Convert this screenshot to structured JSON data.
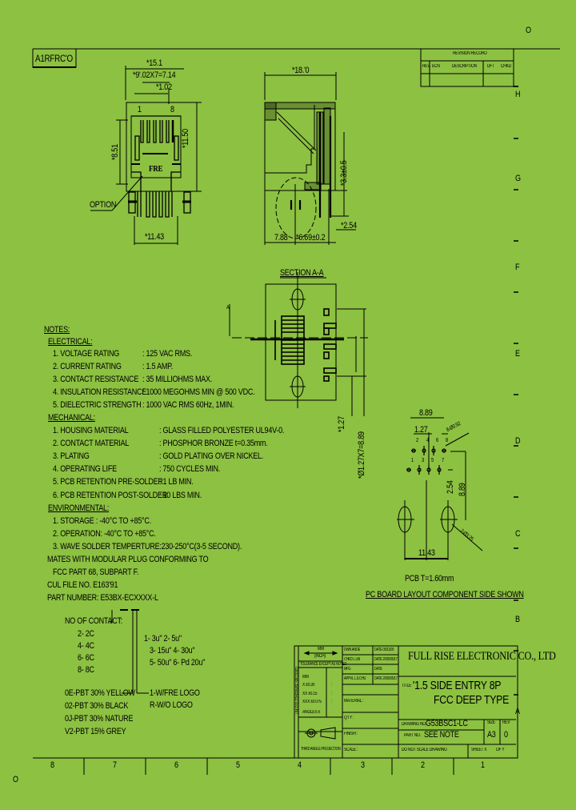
{
  "sheet": {
    "background": "#8cc142",
    "corner_marks": [
      "O",
      "O"
    ],
    "drawing_code": "A1RFRC'O",
    "row_labels": [
      "H",
      "G",
      "F",
      "E",
      "D",
      "C",
      "B",
      "A"
    ],
    "column_labels": [
      "8",
      "7",
      "6",
      "5",
      "4",
      "3",
      "2",
      "1"
    ]
  },
  "revision_table": {
    "title": "REVISION RECORD",
    "columns": [
      "REV",
      "ECN",
      "DESCRIPTION",
      "DFT",
      "CHKD"
    ]
  },
  "front_view": {
    "dims": {
      "width": "*15.1",
      "pitch": "*9'.02X7=7.14",
      "offset": "*1.02",
      "height": "*11.50",
      "opening": "*8.51",
      "pin_span": "*11.43"
    },
    "pin_labels": [
      "1",
      "8"
    ],
    "logo": "FRE",
    "option_label": "OPTION"
  },
  "side_view": {
    "dims": {
      "depth": "*18.'0",
      "tail": "*3.3±0.5",
      "pitch": "*2.54",
      "front": "7.88",
      "post": "*6.69±0.2"
    }
  },
  "section_view": {
    "title": "SECTION A-A",
    "marker": "A",
    "dims": {
      "row": "*1.27",
      "pitch": "*Ø1.27X7=8.89"
    }
  },
  "pcb_layout": {
    "dims": {
      "span": "8.89",
      "pitch": "1.27",
      "hole": "8-Ø0.92",
      "row_gap": "2.54",
      "height": "8.89",
      "post_hole": "2-Ø3.25",
      "post_span": "11.43"
    },
    "pin_numbers_top": [
      "2",
      "4",
      "6",
      "8"
    ],
    "pin_numbers_bottom": [
      "1",
      "3",
      "5",
      "7"
    ],
    "pcb_thickness": "PCB T=1.60mm",
    "caption": "PC BOARD LAYOUT COMPONENT SIDE SHOWN"
  },
  "notes": {
    "heading": "NOTES:",
    "electrical": {
      "heading": "ELECTRICAL:",
      "items": [
        {
          "label": "1. VOLTAGE RATING",
          "value": ": 125 VAC RMS."
        },
        {
          "label": "2. CURRENT RATING",
          "value": ": 1.5 AMP."
        },
        {
          "label": "3. CONTACT RESISTANCE",
          "value": ": 35 MILLIOHMS MAX."
        },
        {
          "label": "4. INSULATION RESISTANCE",
          "value": ": 1000 MEGOHMS MIN @ 500 VDC."
        },
        {
          "label": "5. DIELECTRIC STRENGTH",
          "value": ": 1000 VAC RMS 60Hz, 1MIN."
        }
      ]
    },
    "mechanical": {
      "heading": "MECHANICAL:",
      "items": [
        {
          "label": "1. HOUSING MATERIAL",
          "value": ": GLASS FILLED POLYESTER UL94V-0."
        },
        {
          "label": "2. CONTACT MATERIAL",
          "value": ": PHOSPHOR BRONZE t=0.35mm."
        },
        {
          "label": "3. PLATING",
          "value": ": GOLD PLATING OVER NICKEL."
        },
        {
          "label": "4. OPERATING LIFE",
          "value": ": 750 CYCLES MIN."
        },
        {
          "label": "5. PCB RETENTION PRE-SOLDER",
          "value": ": 1 LB MIN."
        },
        {
          "label": "6. PCB RETENTION POST-SOLDER",
          "value": ": 10 LBS MIN."
        }
      ]
    },
    "environmental": {
      "heading": "ENVIRONMENTAL:",
      "items": [
        "1. STORAGE : -40°C TO +85°C.",
        "2. OPERATION: -40°C TO +85°C.",
        "3. WAVE SOLDER TEMPERTURE:230-250°C(3-5 SECOND)."
      ]
    },
    "mates": [
      "MATES WITH MODULAR PLUG CONFORMING TO",
      "FCC PART 68, SUBPART F."
    ],
    "cul": "CUL FILE NO. E163'91",
    "part_number": "PART NUMBER: E53BX-ECXXXX-L"
  },
  "part_number_key": {
    "contacts_label": "NO OF CONTACT:",
    "contacts": [
      "2- 2C",
      "4- 4C",
      "6- 6C",
      "8- 8C"
    ],
    "plating": [
      "1- 3u\"  2- 5u\"",
      "3- 15u\"  4- 30u\"",
      "5- 50u\"  6- Pd 20u\""
    ],
    "logo": [
      "1-W/FRE LOGO",
      "R-W/O LOGO"
    ],
    "colors": [
      "0E-PBT 30% YELLOW",
      "02-PBT 30% BLACK",
      "0J-PBT 30% NATURE",
      "V2-PBT 15% GREY"
    ]
  },
  "title_block": {
    "units": "MM",
    "unit_sub": "(INCH)",
    "tolerance_label": "TOLERANCE EXCEPT AS NOTED",
    "side_label": "UNLESS OTHERWISE SPECIFIED",
    "tol_rows": [
      {
        "label": "MM",
        "value": ""
      },
      {
        "label": "X ±0.30",
        "value": ":"
      },
      {
        "label": "XX ±0.15",
        "value": ":"
      },
      {
        "label": "XXX ±0.075",
        "value": ":"
      }
    ],
    "angles": "ANGLES ±",
    "projection": "THIRD ANGLE PROJECTION",
    "dwn": "DWN ANDE",
    "dwn_date": "DATE 05/11/05",
    "chkd": "CHKD L.LIN",
    "chkd_date": "DATE 2005/05/17",
    "mfg": "MFG",
    "mfg_date": "DATE",
    "appr": "APPVL L.S.CHU",
    "appr_date": "DATE 2005/05/17",
    "material": "MATERIAL :",
    "qty": "Q'TY :",
    "finish": "FINISH :",
    "scale": "SCALE :",
    "company": "FULL RISE ELECTRONIC CO., LTD",
    "title_label": "TITLE",
    "title_line1": "'1.5 SIDE ENTRY 8P",
    "title_line2": "FCC DEEP TYPE",
    "drawing_no_label": "DRAWING NO.",
    "drawing_no": "G53BSC1-LC",
    "part_no_label": "PART NO.",
    "part_no": "SEE NOTE",
    "size_label": "SIZE",
    "size": "A3",
    "rev_label": "REV",
    "rev": "0",
    "do_not_scale": "DO NOT SCALE DRAWING",
    "sheet": "SHEET X",
    "of": "OF Y"
  }
}
